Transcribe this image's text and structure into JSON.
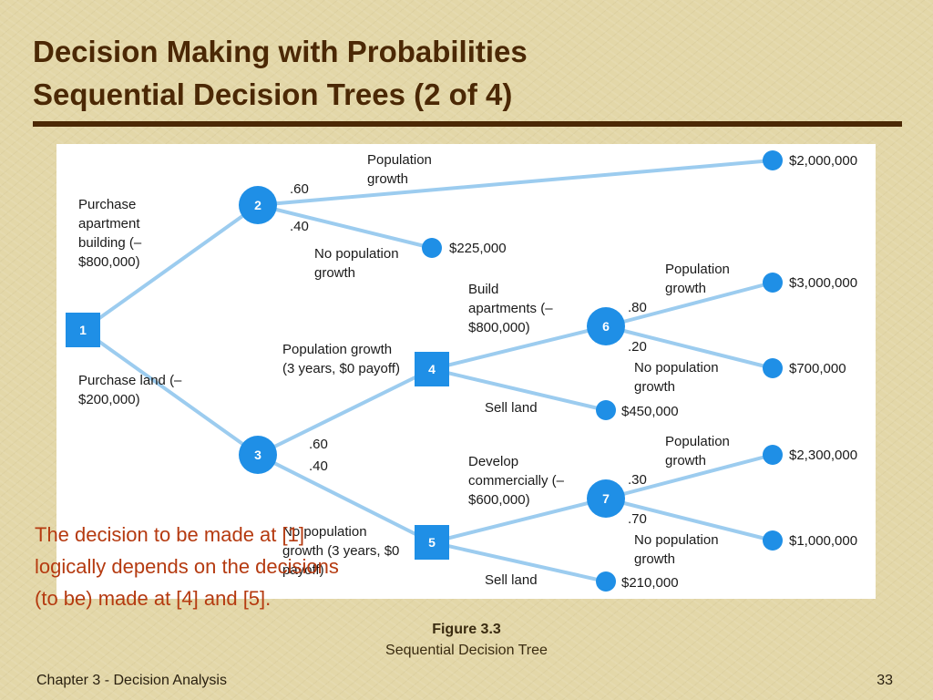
{
  "slide": {
    "title_line1": "Decision Making with Probabilities",
    "title_line2": "Sequential Decision Trees (2 of 4)",
    "note": "The decision to be made at [1] logically depends on the decisions (to be) made at [4] and [5].",
    "figure_number": "Figure 3.3",
    "figure_caption": "Sequential Decision Tree",
    "footer_left": "Chapter 3 - Decision Analysis",
    "page_number": "33"
  },
  "colors": {
    "title": "#4b2805",
    "note": "#b53a10",
    "node": "#1f8fe6",
    "branch": "#9cccef",
    "background": "#e3d7a8"
  },
  "diagram": {
    "nodes": [
      {
        "id": "1",
        "kind": "decision",
        "label": "1"
      },
      {
        "id": "2",
        "kind": "chance",
        "label": "2"
      },
      {
        "id": "3",
        "kind": "chance",
        "label": "3"
      },
      {
        "id": "4",
        "kind": "decision",
        "label": "4"
      },
      {
        "id": "5",
        "kind": "decision",
        "label": "5"
      },
      {
        "id": "6",
        "kind": "chance",
        "label": "6"
      },
      {
        "id": "7",
        "kind": "chance",
        "label": "7"
      }
    ],
    "branch_labels": {
      "purchase_apartment": "Purchase apartment building (–$800,000)",
      "purchase_land": "Purchase land (–$200,000)",
      "pop_growth_2": "Population growth",
      "no_pop_growth_2": "No population growth",
      "pop_growth_3yr": "Population growth (3 years, $0 payoff)",
      "no_pop_growth_3yr": "No population growth (3 years, $0 payoff)",
      "build_apartments": "Build apartments (–$800,000)",
      "sell_land_4": "Sell land",
      "develop_commercially": "Develop commercially (–$600,000)",
      "sell_land_5": "Sell land",
      "pop_growth_6": "Population growth",
      "no_pop_growth_6": "No population growth",
      "pop_growth_7": "Population growth",
      "no_pop_growth_7": "No population growth"
    },
    "probabilities": {
      "n2_growth": ".60",
      "n2_no_growth": ".40",
      "n3_growth": ".60",
      "n3_no_growth": ".40",
      "n6_growth": ".80",
      "n6_no_growth": ".20",
      "n7_growth": ".30",
      "n7_no_growth": ".70"
    },
    "payoffs": {
      "n2_growth": "$2,000,000",
      "n2_no_growth": "$225,000",
      "n6_growth": "$3,000,000",
      "n6_no_growth": "$700,000",
      "n4_sell": "$450,000",
      "n7_growth": "$2,300,000",
      "n7_no_growth": "$1,000,000",
      "n5_sell": "$210,000"
    }
  }
}
